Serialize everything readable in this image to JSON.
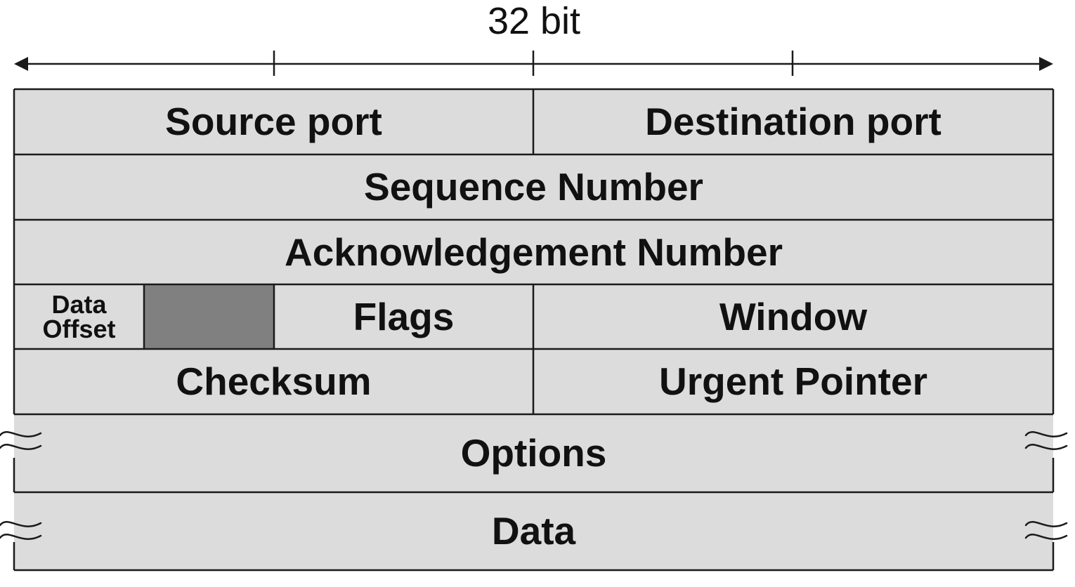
{
  "header": {
    "width_label": "32 bit"
  },
  "rows": {
    "source_port": "Source port",
    "destination_port": "Destination port",
    "sequence_number": "Sequence Number",
    "acknowledgement_number": "Acknowledgement Number",
    "data_offset_line1": "Data",
    "data_offset_line2": "Offset",
    "flags": "Flags",
    "window": "Window",
    "checksum": "Checksum",
    "urgent_pointer": "Urgent Pointer",
    "options": "Options",
    "data": "Data"
  },
  "colors": {
    "field_fill": "#dcdcdc",
    "reserved_fill": "#808080",
    "line": "#1a1a1a"
  },
  "icons": {
    "arrow": "double-headed-arrow",
    "break_marks": "tilde-break"
  }
}
